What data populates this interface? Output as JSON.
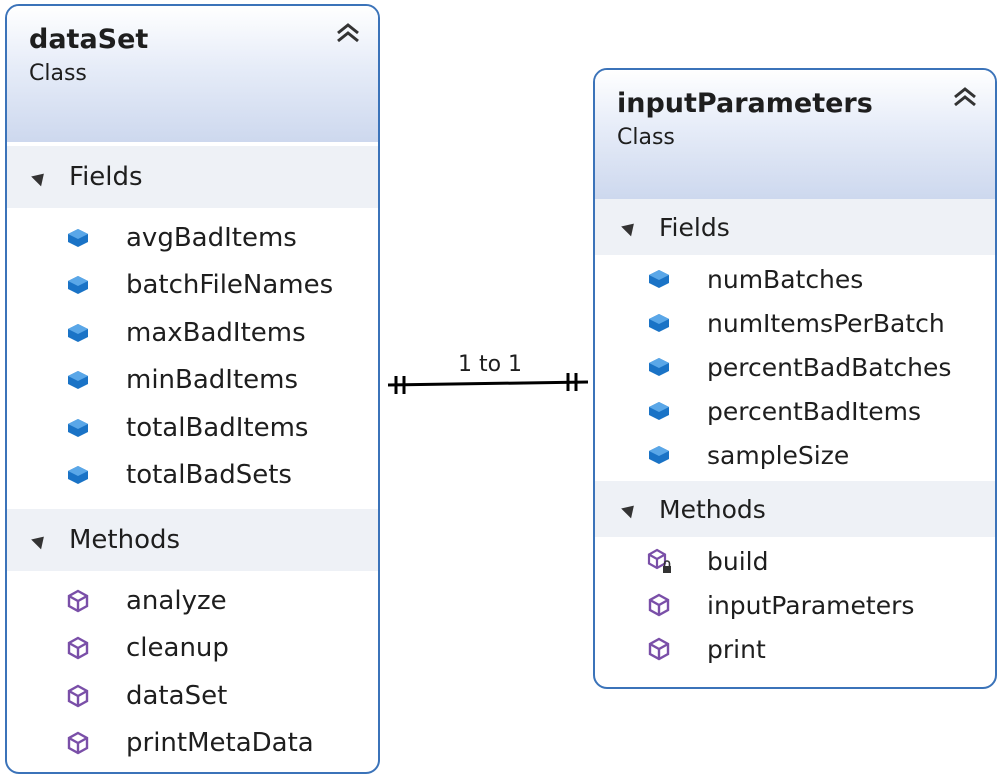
{
  "classes": {
    "dataset": {
      "name": "dataSet",
      "kind": "Class",
      "fields_label": "Fields",
      "fields": [
        "avgBadItems",
        "batchFileNames",
        "maxBadItems",
        "minBadItems",
        "totalBadItems",
        "totalBadSets"
      ],
      "methods_label": "Methods",
      "methods": [
        "analyze",
        "cleanup",
        "dataSet",
        "printMetaData"
      ]
    },
    "input": {
      "name": "inputParameters",
      "kind": "Class",
      "fields_label": "Fields",
      "fields": [
        "numBatches",
        "numItemsPerBatch",
        "percentBadBatches",
        "percentBadItems",
        "sampleSize"
      ],
      "methods_label": "Methods",
      "methods": [
        "build",
        "inputParameters",
        "print"
      ]
    }
  },
  "association": {
    "label": "1 to 1"
  },
  "icons": {
    "field": "field-icon",
    "method": "method-icon",
    "private_method": "private-method-icon",
    "collapse": "collapse-chevron-icon"
  },
  "colors": {
    "border": "#3b73b9",
    "header_gradient_end": "#cdd8ee",
    "section_bg": "#eef1f6",
    "field_icon": "#1a73c6",
    "method_icon": "#7a4fa8"
  }
}
